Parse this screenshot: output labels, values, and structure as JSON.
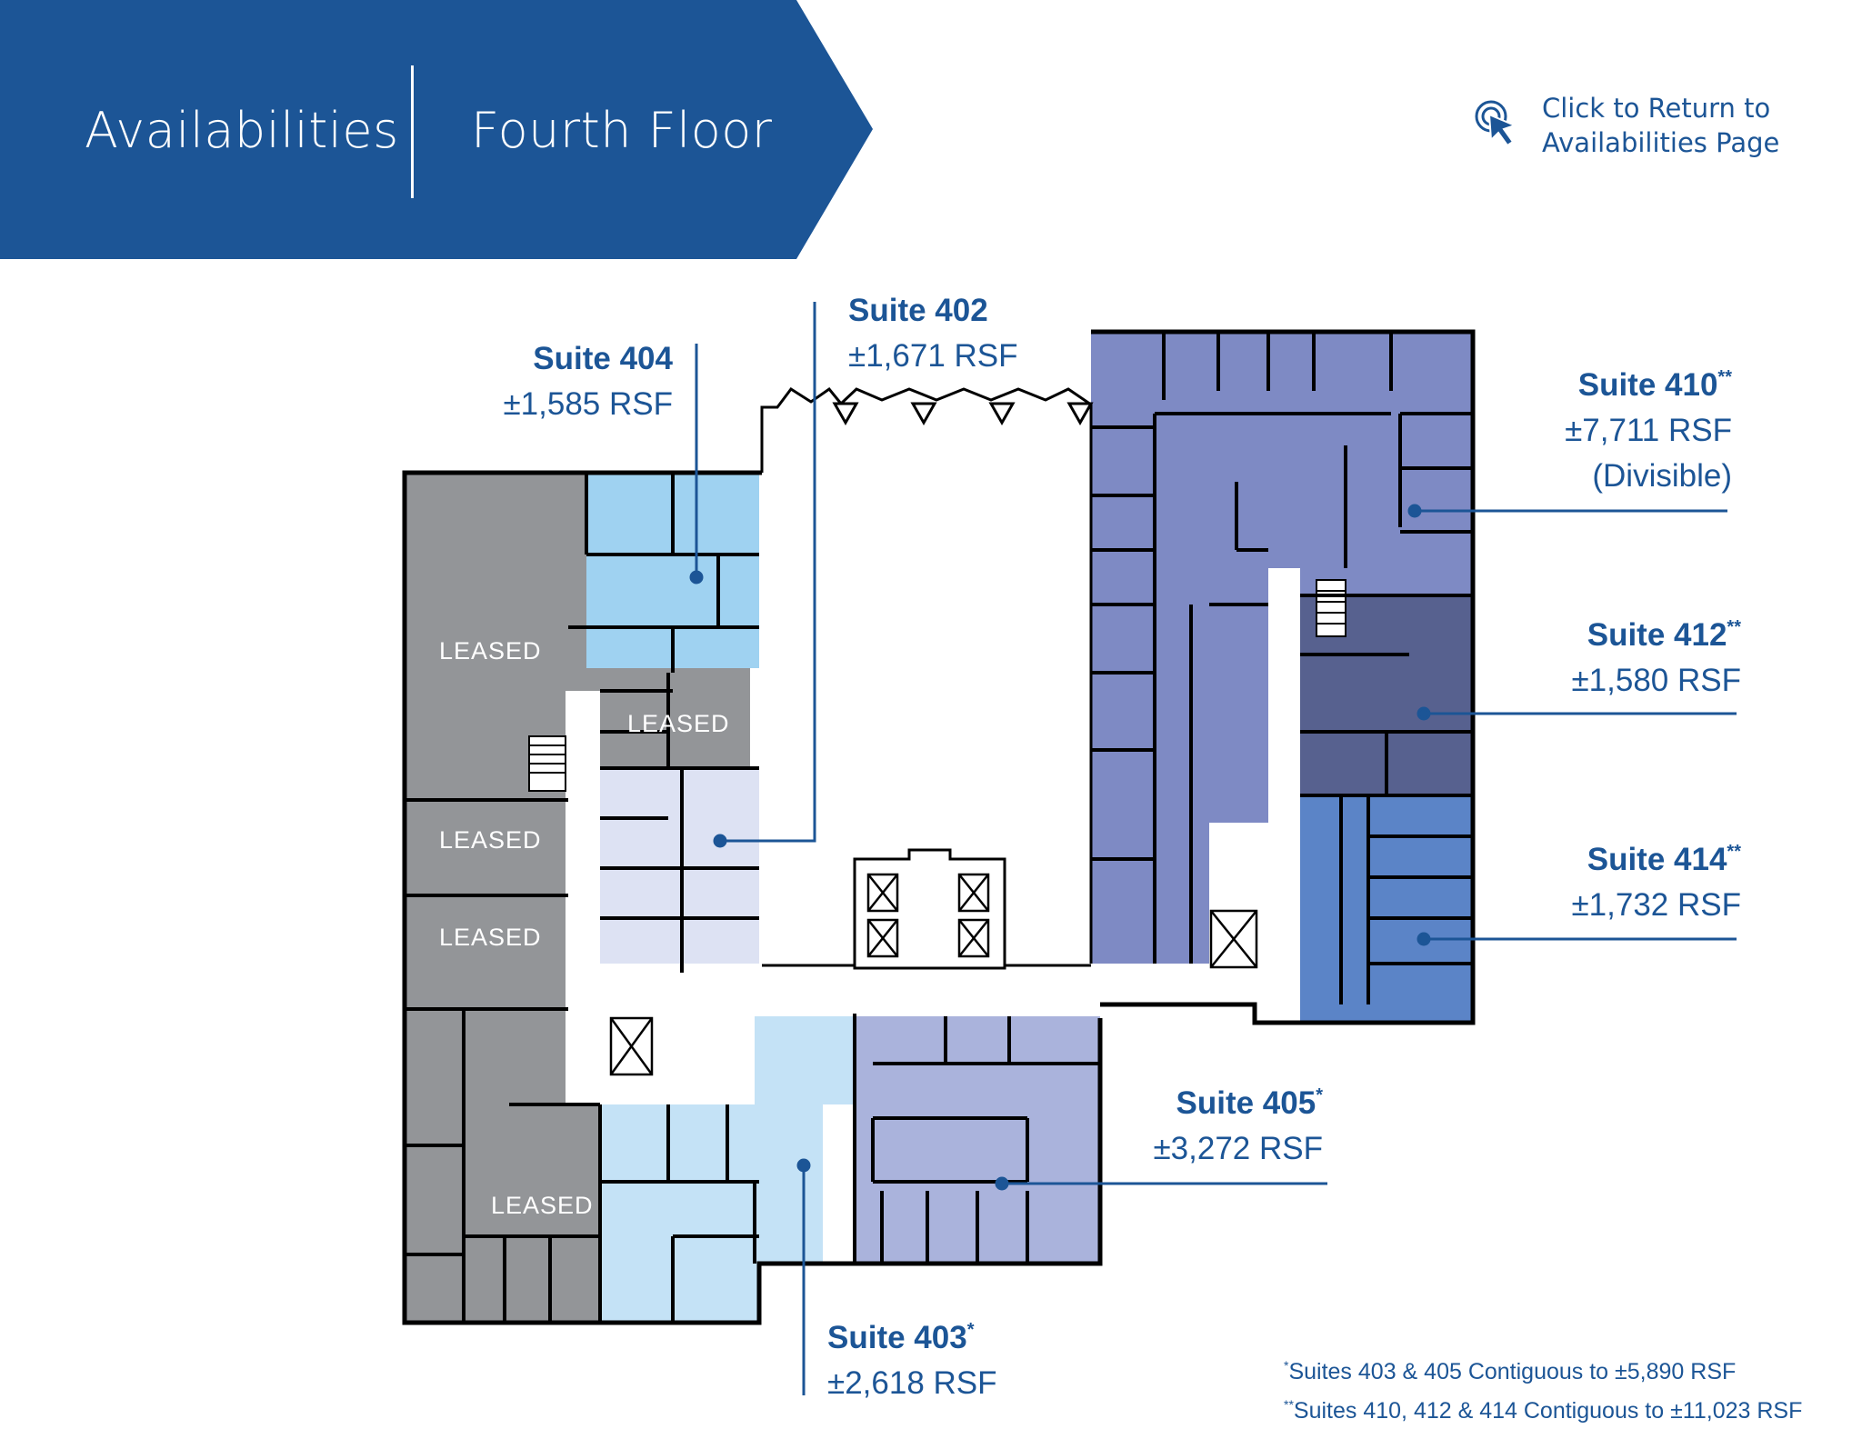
{
  "header": {
    "section": "Availabilities",
    "floor": "Fourth Floor"
  },
  "return_link": {
    "icon": "cursor-click-icon",
    "line1": "Click to Return to",
    "line2": "Availabilities Page"
  },
  "colors": {
    "brand_blue": "#1c5596",
    "leased": "#939598",
    "suite_404": "#9fd2f1",
    "suite_402": "#dde2f3",
    "suite_403": "#c4e2f6",
    "suite_405": "#aab3dc",
    "suite_410": "#7e8ac4",
    "suite_412": "#57618f",
    "suite_414": "#5b84c7"
  },
  "suites": {
    "s404": {
      "name": "Suite 404",
      "mark": "",
      "rsf": "±1,585 RSF",
      "extra": ""
    },
    "s402": {
      "name": "Suite 402",
      "mark": "",
      "rsf": "±1,671 RSF",
      "extra": ""
    },
    "s410": {
      "name": "Suite 410",
      "mark": "**",
      "rsf": "±7,711 RSF",
      "extra": "(Divisible)"
    },
    "s412": {
      "name": "Suite 412",
      "mark": "**",
      "rsf": "±1,580 RSF",
      "extra": ""
    },
    "s414": {
      "name": "Suite 414",
      "mark": "**",
      "rsf": "±1,732 RSF",
      "extra": ""
    },
    "s405": {
      "name": "Suite 405",
      "mark": "*",
      "rsf": "±3,272 RSF",
      "extra": ""
    },
    "s403": {
      "name": "Suite 403",
      "mark": "*",
      "rsf": "±2,618 RSF",
      "extra": ""
    }
  },
  "leased_label": "LEASED",
  "footnotes": [
    {
      "mark": "*",
      "text": "Suites 403 & 405 Contiguous to ±5,890 RSF"
    },
    {
      "mark": "**",
      "text": "Suites 410, 412 & 414 Contiguous to ±11,023 RSF"
    }
  ]
}
